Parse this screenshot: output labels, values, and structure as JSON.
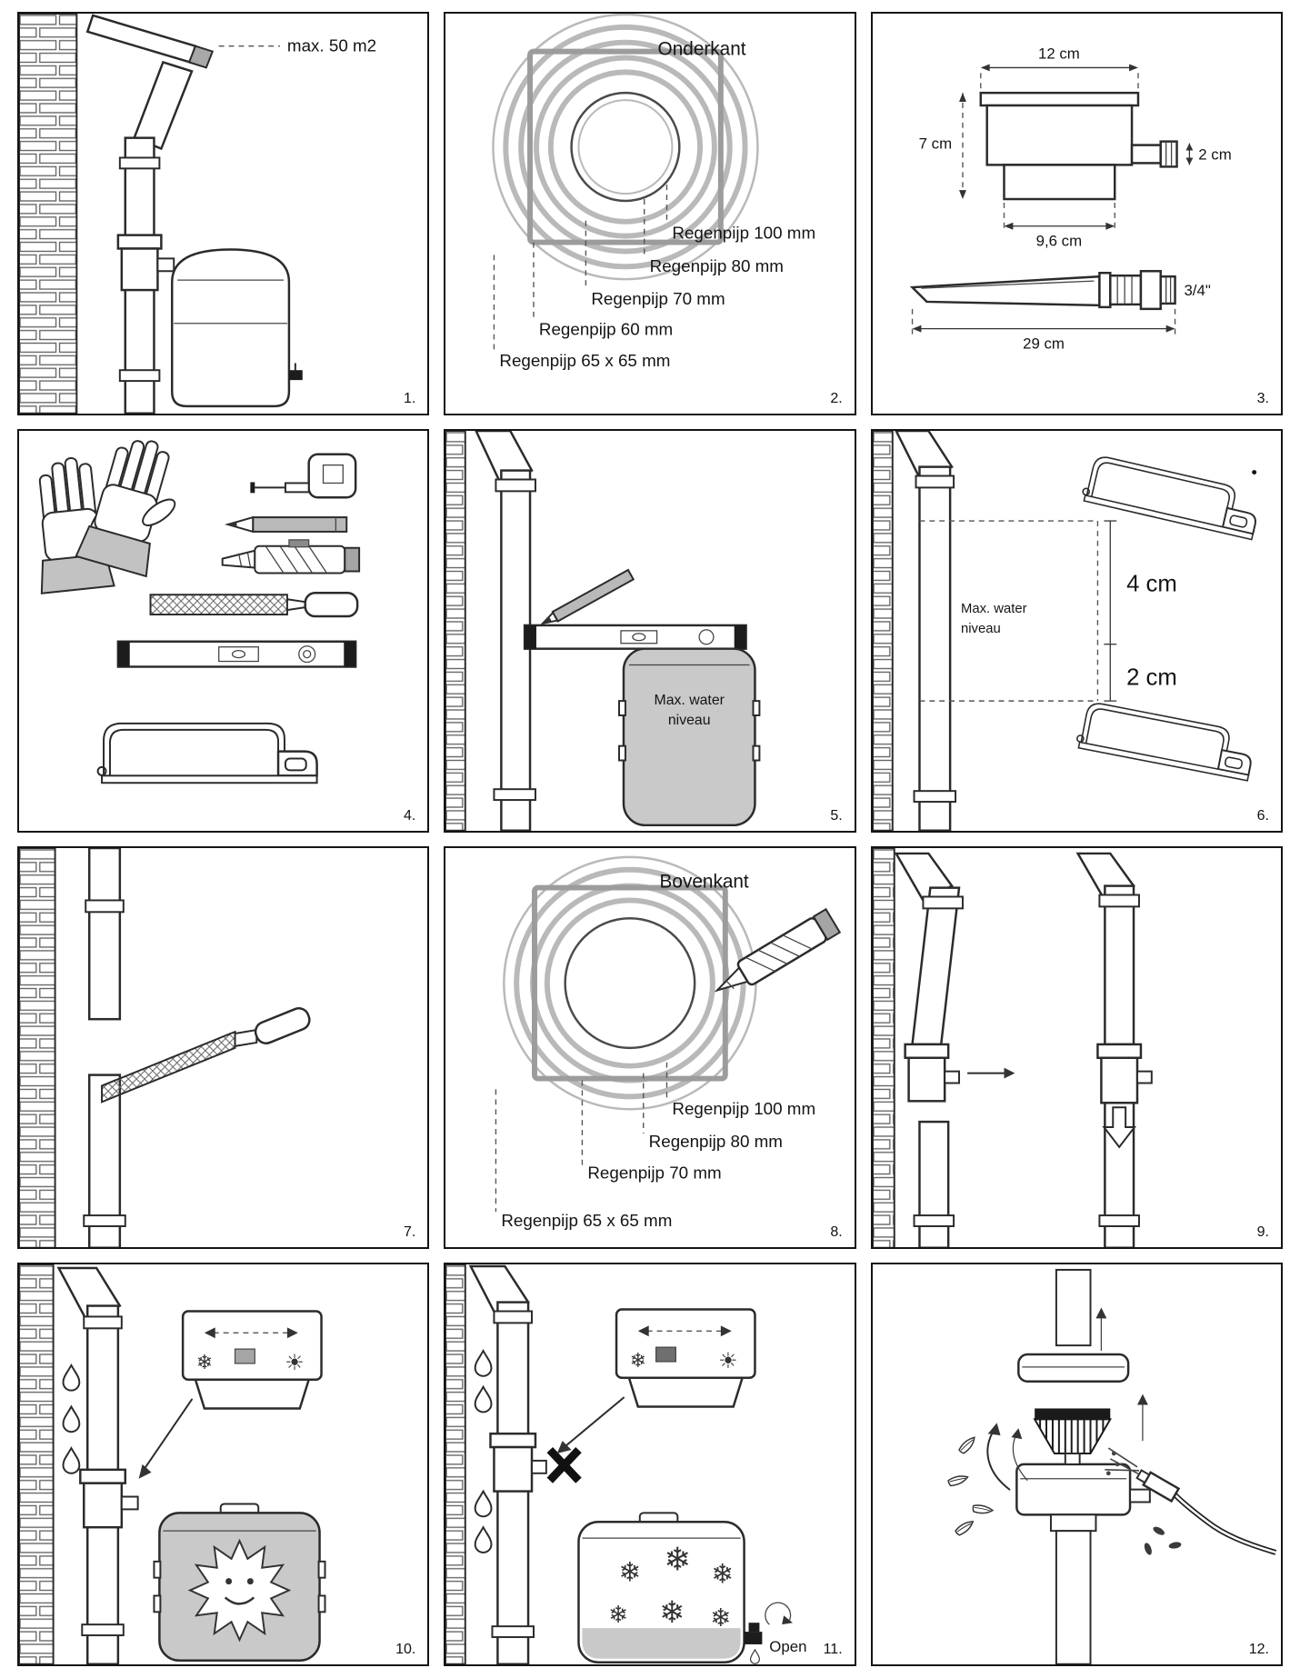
{
  "colors": {
    "line": "#2b2b2b",
    "barrel_gray": "#c9c9c9",
    "ring_gray": "#b9b9b9"
  },
  "icons": {
    "snowflake": "❄",
    "sun": "☀"
  },
  "panels": {
    "p1": {
      "number": "1.",
      "max_area": "max. 50 m2"
    },
    "p2": {
      "number": "2.",
      "title": "Onderkant",
      "labels": [
        "Regenpijp 100 mm",
        "Regenpijp 80 mm",
        "Regenpijp 70 mm",
        "Regenpijp 60 mm",
        "Regenpijp 65 x 65 mm"
      ]
    },
    "p3": {
      "number": "3.",
      "dim_width_top": "12 cm",
      "dim_height": "7 cm",
      "dim_outlet": "2 cm",
      "dim_width_bottom": "9,6 cm",
      "thread": "3/4\"",
      "dim_length": "29 cm"
    },
    "p4": {
      "number": "4."
    },
    "p5": {
      "number": "5.",
      "max_water_line1": "Max. water",
      "max_water_line2": "niveau"
    },
    "p6": {
      "number": "6.",
      "max_water_line1": "Max. water",
      "max_water_line2": "niveau",
      "dim_upper": "4 cm",
      "dim_lower": "2 cm"
    },
    "p7": {
      "number": "7."
    },
    "p8": {
      "number": "8.",
      "title": "Bovenkant",
      "labels": [
        "Regenpijp 100 mm",
        "Regenpijp 80 mm",
        "Regenpijp 70 mm",
        "Regenpijp 65 x 65 mm"
      ]
    },
    "p9": {
      "number": "9."
    },
    "p10": {
      "number": "10."
    },
    "p11": {
      "number": "11.",
      "tap_label": "Open"
    },
    "p12": {
      "number": "12."
    }
  }
}
